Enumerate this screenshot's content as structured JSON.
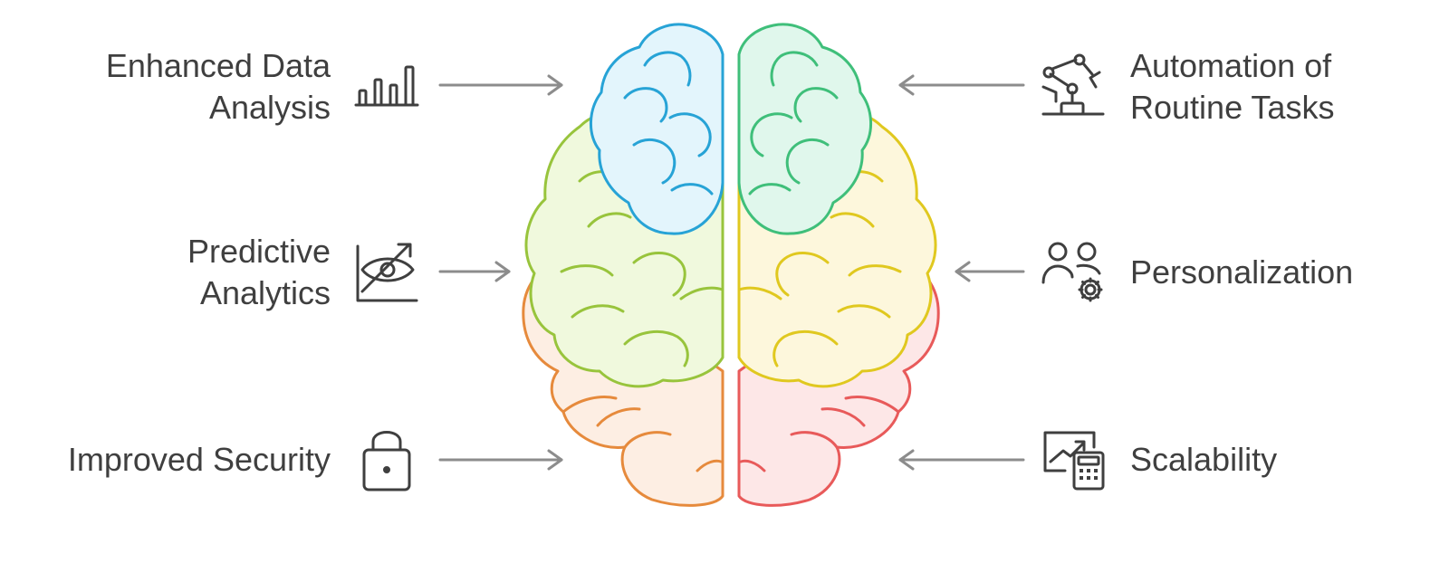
{
  "diagram": {
    "left_items": [
      {
        "lines": [
          "Enhanced Data",
          "Analysis"
        ],
        "icon": "bar-chart-icon"
      },
      {
        "lines": [
          "Predictive",
          "Analytics"
        ],
        "icon": "eye-trend-icon"
      },
      {
        "lines": [
          "Improved Security"
        ],
        "icon": "padlock-icon"
      }
    ],
    "right_items": [
      {
        "lines": [
          "Automation of",
          "Routine Tasks"
        ],
        "icon": "robot-arm-icon"
      },
      {
        "lines": [
          "Personalization"
        ],
        "icon": "users-gear-icon"
      },
      {
        "lines": [
          "Scalability"
        ],
        "icon": "chart-calculator-icon"
      }
    ],
    "colors": {
      "text": "#3f3f3f",
      "arrow": "#8c8c8c",
      "icon": "#3f3f3f",
      "lobe_blue": "#27a3d6",
      "lobe_green_dark": "#3fbf7a",
      "lobe_lime": "#98c43c",
      "lobe_yellow": "#e0c81f",
      "lobe_orange": "#e68a3c",
      "lobe_red": "#e85a5a"
    }
  }
}
